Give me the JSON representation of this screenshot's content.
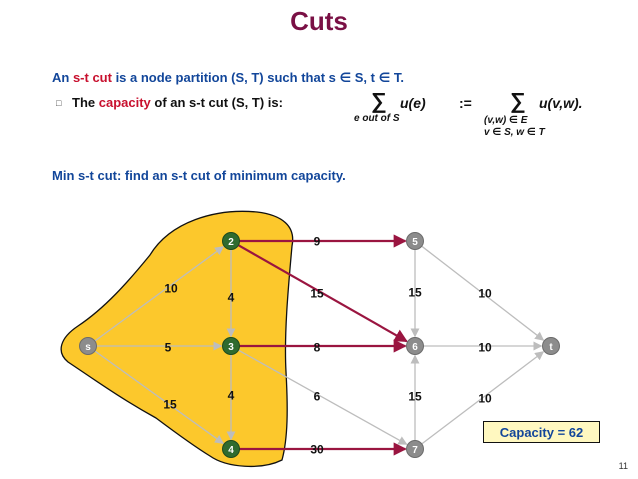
{
  "title": "Cuts",
  "definition": {
    "prefix": "An ",
    "term": "s-t cut",
    "rest": " is a node partition (S, T) such that s ∈ S, t ∈ T."
  },
  "capacity_line": {
    "bullet": "□",
    "prefix": "The ",
    "term": "capacity",
    "rest": " of an s-t cut (S, T) is:",
    "sum_symbol": "∑",
    "term1": "u(e)",
    "sub1": "e out of S",
    "assign": ":=",
    "term2": "u(v,w).",
    "sub2a": "(v,w) ∈ E",
    "sub2b": "v ∈ S,  w ∈ T"
  },
  "min_cut_text": "Min s-t cut:  find an s-t cut of minimum capacity.",
  "capacity_box": "Capacity = 62",
  "page_number": "11",
  "colors": {
    "title": "#7a1045",
    "blue_text": "#12469a",
    "red_text": "#c8102e",
    "cut_region": "#fcc82c",
    "cut_edge": "#9a1540",
    "node_green": "#2f6b2f",
    "node_gray": "#8c8c8c",
    "edge_gray": "#bdbdbd",
    "box_fill": "#fff8c0"
  },
  "graph": {
    "nodes": [
      {
        "id": "s",
        "label": "s",
        "set": "T"
      },
      {
        "id": "n2",
        "label": "2",
        "set": "S"
      },
      {
        "id": "n3",
        "label": "3",
        "set": "S"
      },
      {
        "id": "n4",
        "label": "4",
        "set": "S"
      },
      {
        "id": "n5",
        "label": "5",
        "set": "T"
      },
      {
        "id": "n6",
        "label": "6",
        "set": "T"
      },
      {
        "id": "n7",
        "label": "7",
        "set": "T"
      },
      {
        "id": "t",
        "label": "t",
        "set": "T"
      }
    ],
    "edges": [
      {
        "from": "s",
        "to": "n2",
        "capacity": "10",
        "cut": false
      },
      {
        "from": "s",
        "to": "n3",
        "capacity": "5",
        "cut": false
      },
      {
        "from": "s",
        "to": "n4",
        "capacity": "15",
        "cut": false
      },
      {
        "from": "n2",
        "to": "n3",
        "capacity": "4",
        "cut": false
      },
      {
        "from": "n3",
        "to": "n4",
        "capacity": "4",
        "cut": false
      },
      {
        "from": "n2",
        "to": "n5",
        "capacity": "9",
        "cut": true
      },
      {
        "from": "n2",
        "to": "n6",
        "capacity": "15",
        "cut": true
      },
      {
        "from": "n3",
        "to": "n6",
        "capacity": "8",
        "cut": true
      },
      {
        "from": "n3",
        "to": "n7",
        "capacity": "6",
        "cut": false
      },
      {
        "from": "n4",
        "to": "n7",
        "capacity": "30",
        "cut": true
      },
      {
        "from": "n5",
        "to": "n6",
        "capacity": "15",
        "cut": false
      },
      {
        "from": "n5",
        "to": "t",
        "capacity": "10",
        "cut": false
      },
      {
        "from": "n6",
        "to": "t",
        "capacity": "10",
        "cut": false
      },
      {
        "from": "n7",
        "to": "n6",
        "capacity": "15",
        "cut": false
      },
      {
        "from": "n7",
        "to": "t",
        "capacity": "10",
        "cut": false
      }
    ]
  }
}
